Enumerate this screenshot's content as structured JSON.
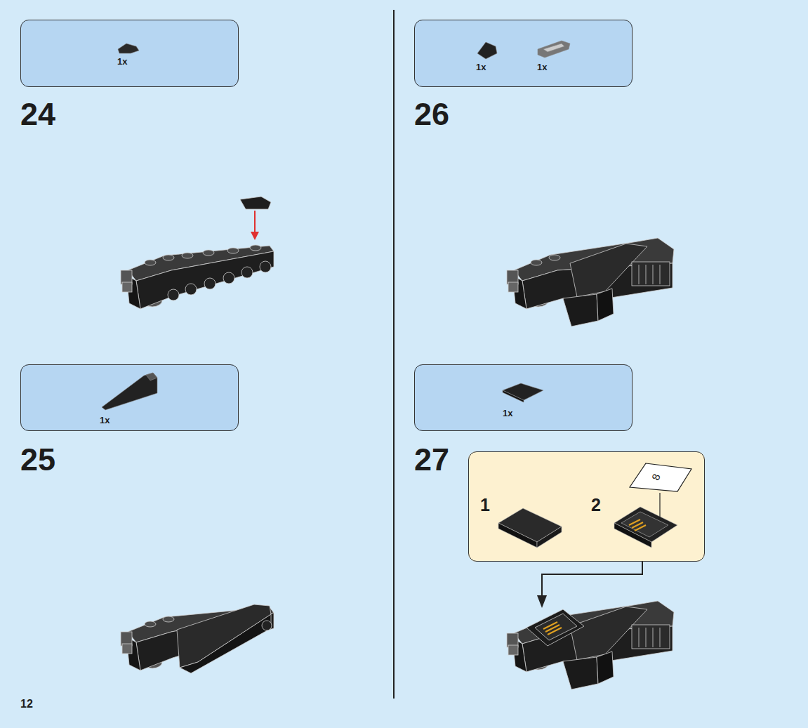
{
  "diagram": {
    "nodes": [
      {
        "text": [
          "1x"
        ]
      },
      {
        "text": [
          "1x"
        ]
      },
      {
        "text": [
          "1x",
          "1x"
        ]
      },
      {
        "text": [
          "1x"
        ]
      },
      {
        "text": [
          "1",
          "2"
        ]
      }
    ],
    "labels": [
      "24",
      "25",
      "26",
      "27",
      "8",
      "12"
    ]
  }
}
